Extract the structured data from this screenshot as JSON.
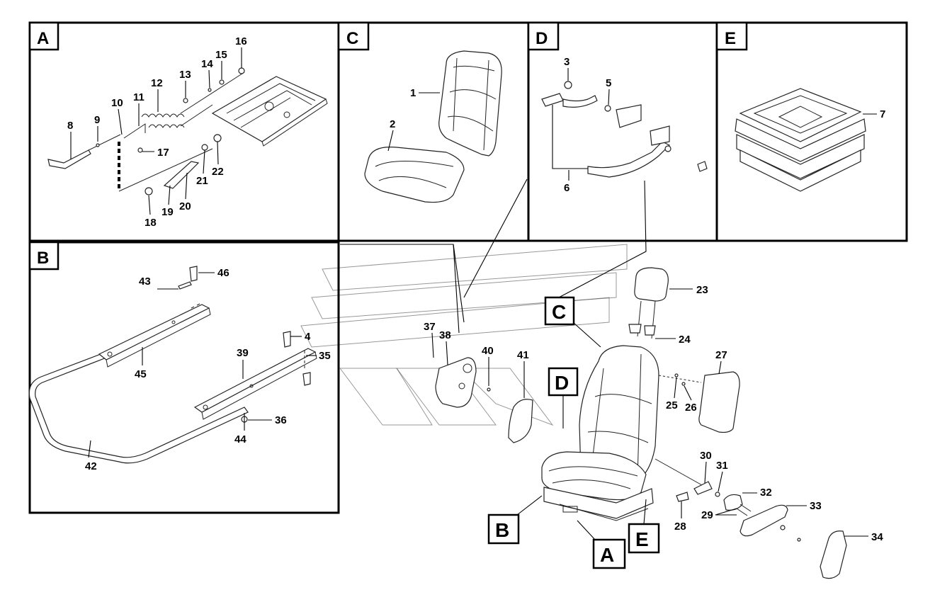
{
  "panels": [
    {
      "id": "A",
      "label": "A"
    },
    {
      "id": "B",
      "label": "B"
    },
    {
      "id": "C",
      "label": "C"
    },
    {
      "id": "D",
      "label": "D"
    },
    {
      "id": "E",
      "label": "E"
    }
  ],
  "parts": {
    "p1": "1",
    "p2": "2",
    "p3": "3",
    "p4": "4",
    "p5": "5",
    "p6": "6",
    "p7": "7",
    "p8": "8",
    "p9": "9",
    "p10": "10",
    "p11": "11",
    "p12": "12",
    "p13": "13",
    "p14": "14",
    "p15": "15",
    "p16": "16",
    "p17": "17",
    "p18": "18",
    "p19": "19",
    "p20": "20",
    "p21": "21",
    "p22": "22",
    "p23": "23",
    "p24": "24",
    "p25": "25",
    "p26": "26",
    "p27": "27",
    "p28": "28",
    "p29": "29",
    "p30": "30",
    "p31": "31",
    "p32": "32",
    "p33": "33",
    "p34": "34",
    "p35": "35",
    "p36": "36",
    "p37": "37",
    "p38": "38",
    "p39": "39",
    "p40": "40",
    "p41": "41",
    "p42": "42",
    "p43": "43",
    "p44": "44",
    "p45": "45",
    "p46": "46"
  },
  "callouts": {
    "c_C": "C",
    "c_D": "D",
    "c_B": "B",
    "c_A": "A",
    "c_E": "E"
  }
}
